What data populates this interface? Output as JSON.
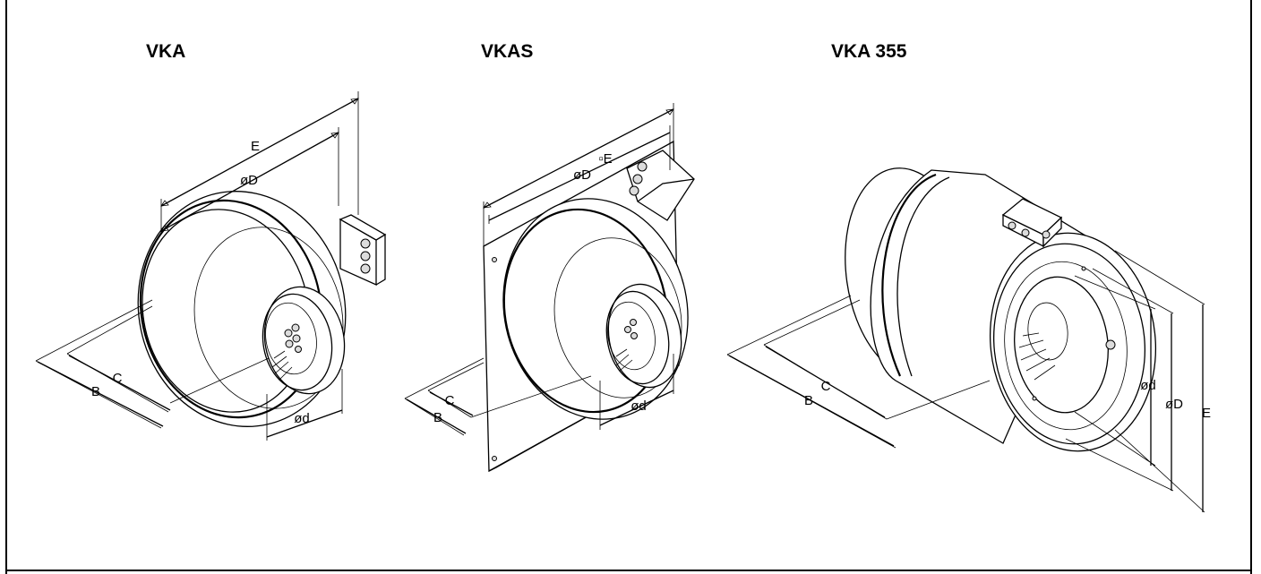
{
  "models": [
    {
      "title": "VKA",
      "dims": {
        "E": "E",
        "D": "øD",
        "C": "C",
        "B": "B",
        "d": "ød"
      }
    },
    {
      "title": "VKAS",
      "dims": {
        "E": "▫E",
        "D": "øD",
        "C": "C",
        "B": "B",
        "d": "ød"
      }
    },
    {
      "title": "VKA 355",
      "dims": {
        "C": "C",
        "B": "B",
        "d": "ød",
        "D": "øD",
        "E": "E"
      }
    }
  ]
}
